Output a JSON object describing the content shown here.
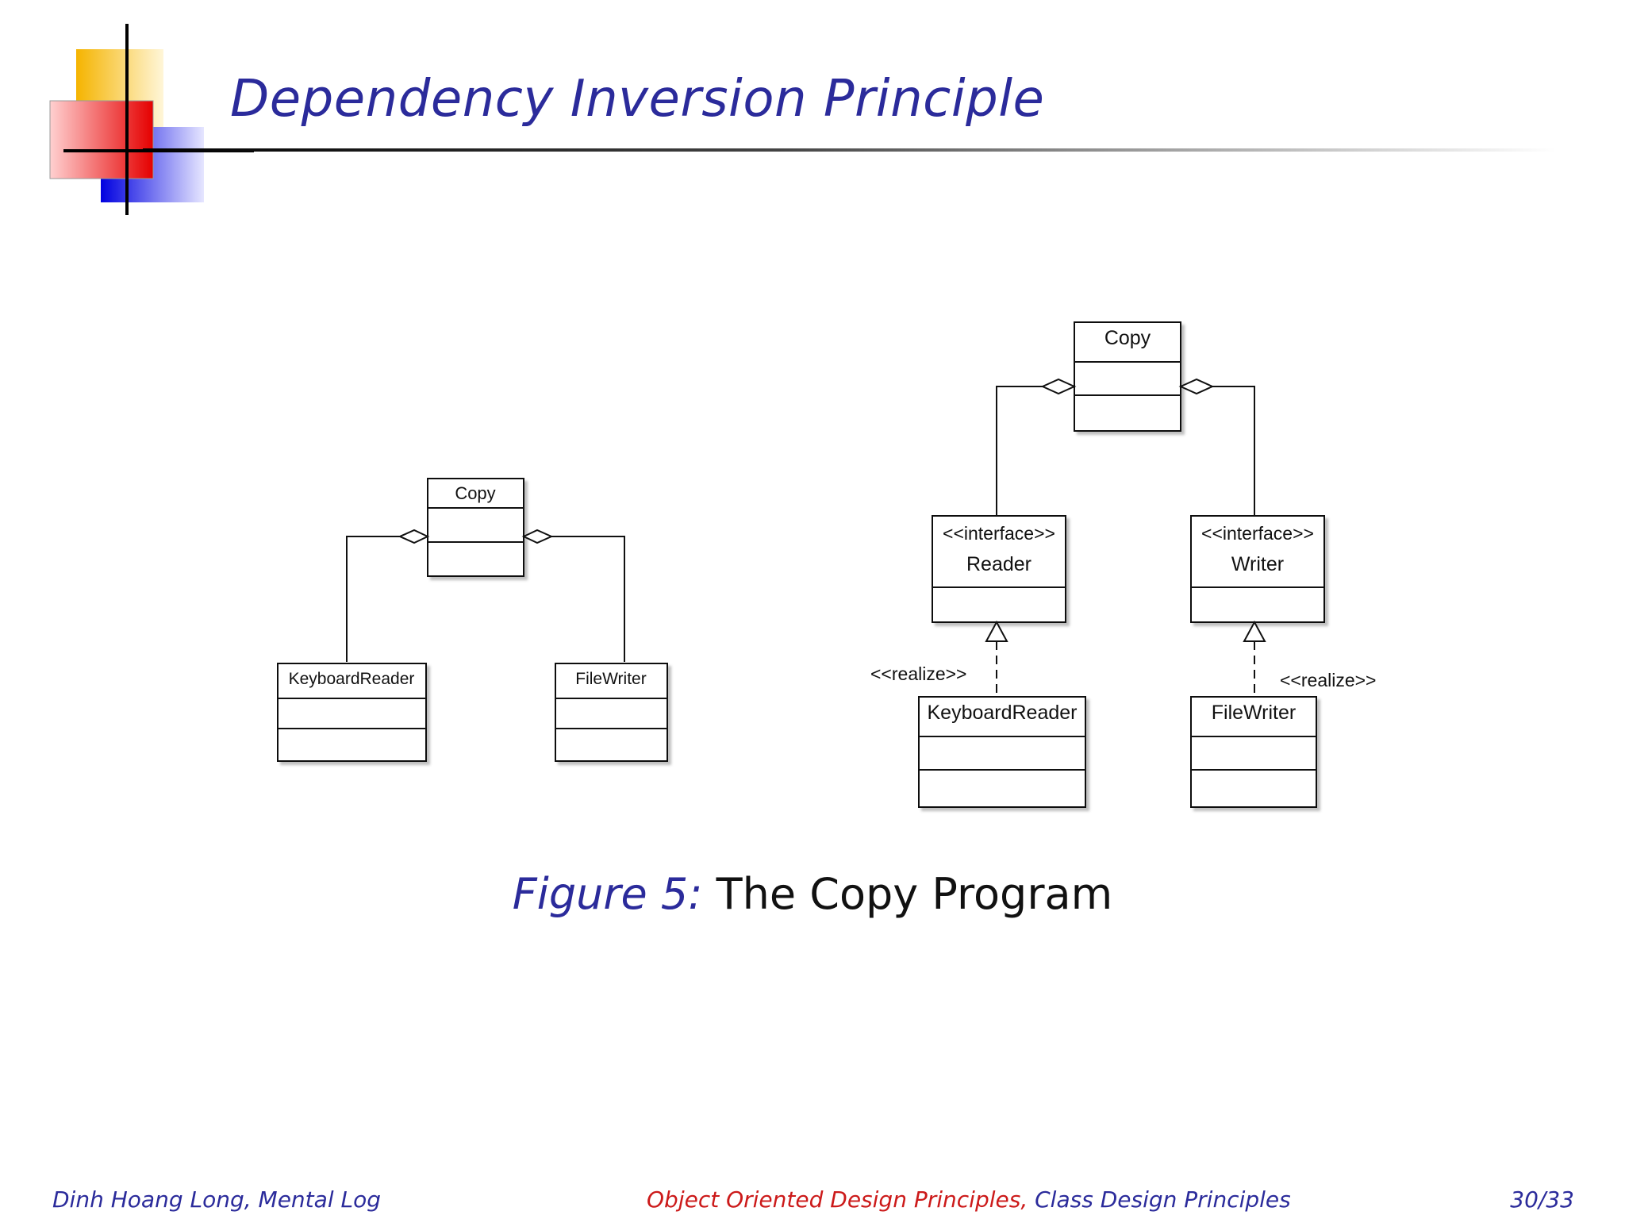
{
  "slide": {
    "title": "Dependency Inversion Principle"
  },
  "diagram_left": {
    "copy": "Copy",
    "reader": "KeyboardReader",
    "writer": "FileWriter"
  },
  "diagram_right": {
    "copy": "Copy",
    "reader_stereotype": "<<interface>>",
    "reader_name": "Reader",
    "writer_stereotype": "<<interface>>",
    "writer_name": "Writer",
    "keyboard_reader": "KeyboardReader",
    "file_writer": "FileWriter",
    "realize_left": "<<realize>>",
    "realize_right": "<<realize>>"
  },
  "caption": {
    "label": "Figure 5:",
    "text": "The Copy Program"
  },
  "footer": {
    "author": "Dinh Hoang Long, Mental Log",
    "section": "Object Oriented Design Principles",
    "separator": ",",
    "subsection": "Class Design Principles",
    "page": "30/33"
  },
  "colors": {
    "title_blue": "#2b2b9b",
    "footer_red": "#cc1a1a"
  }
}
